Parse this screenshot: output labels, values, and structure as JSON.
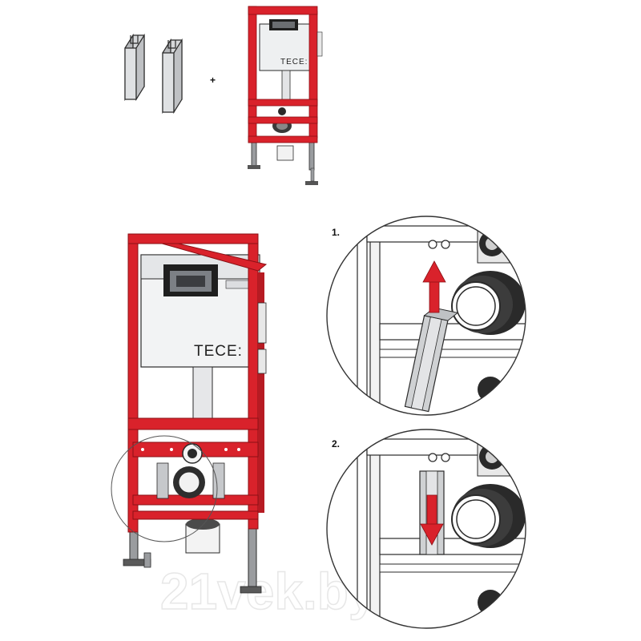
{
  "plus_sign": "+",
  "brand_small": "TECE:",
  "brand_large": "TECE:",
  "step1_label": "1.",
  "step2_label": "2.",
  "watermark": "21vek.by",
  "colors": {
    "frame_red": "#d9222b",
    "frame_dark": "#8a1016",
    "outline": "#2a2a2a",
    "arrow_red": "#d9222b",
    "part_gray": "#cfd1d3"
  }
}
